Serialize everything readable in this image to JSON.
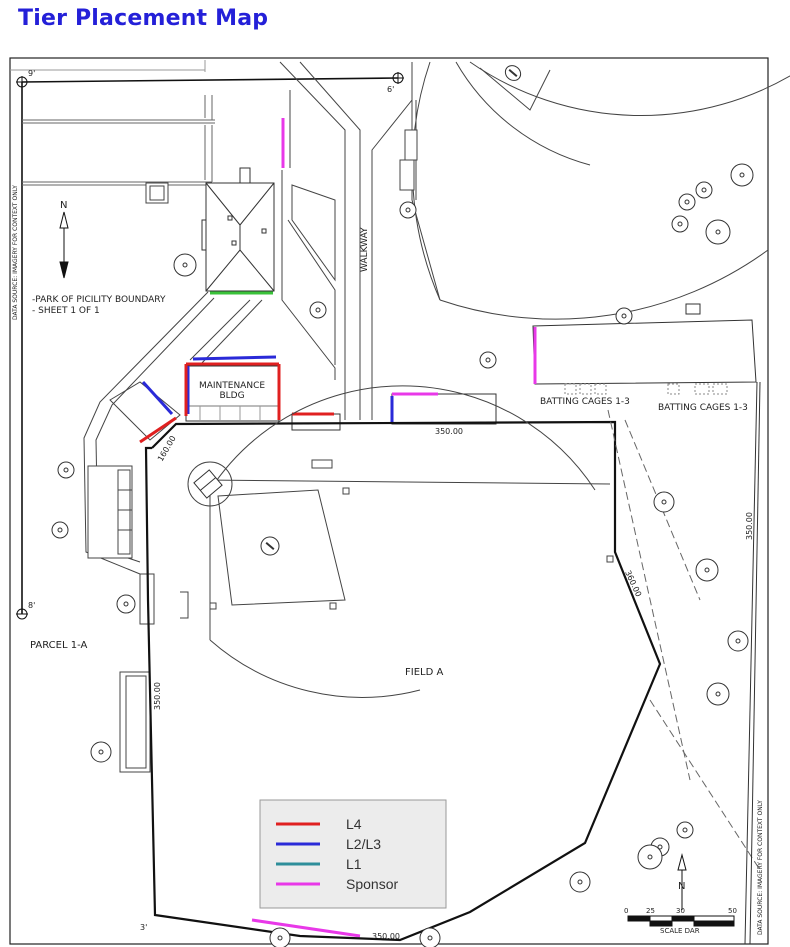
{
  "title": "Tier Placement Map",
  "map": {
    "park_note_1": "-PARK OF PICILITY BOUNDARY",
    "park_note_2": "- SHEET 1 OF 1",
    "maintenance_1": "MAINTENANCE",
    "maintenance_2": "BLDG",
    "walkway": "WALKWAY",
    "batting_cages_1": "BATTING CAGES 1-3",
    "batting_cages_2": "BATTING CAGES 1-3",
    "parcel": "PARCEL 1-A",
    "field": "FIELD A",
    "dim_350_top": "350.00",
    "dim_160": "160.00",
    "dim_360": "360.00",
    "dim_350_left": "350.00",
    "dim_350_right": "350.00",
    "dim_350_bottom": "350.00",
    "dim_9_top": "9'",
    "dim_6": "6'",
    "dim_8": "8'",
    "dim_3": "3'",
    "data_source_left": "DATA SOURCE: IMAGERY FOR CONTEXT ONLY",
    "data_source_right": "DATA SOURCE: IMAGERY FOR CONTEXT ONLY",
    "north_letter": "N",
    "scale_ticks": [
      "0",
      "25",
      "30",
      "50"
    ],
    "scale_label": "SCALE DAR"
  },
  "legend": {
    "items": [
      {
        "label": "L4",
        "color": "#e02020"
      },
      {
        "label": "L2/L3",
        "color": "#2a2ad8"
      },
      {
        "label": "L1",
        "color": "#2e8e9a"
      },
      {
        "label": "Sponsor",
        "color": "#e838e8"
      }
    ]
  },
  "tier_colors": {
    "L4": "#e02020",
    "L2_L3": "#2a2ad8",
    "L1_green": "#3ac23a",
    "Sponsor": "#e838e8"
  }
}
